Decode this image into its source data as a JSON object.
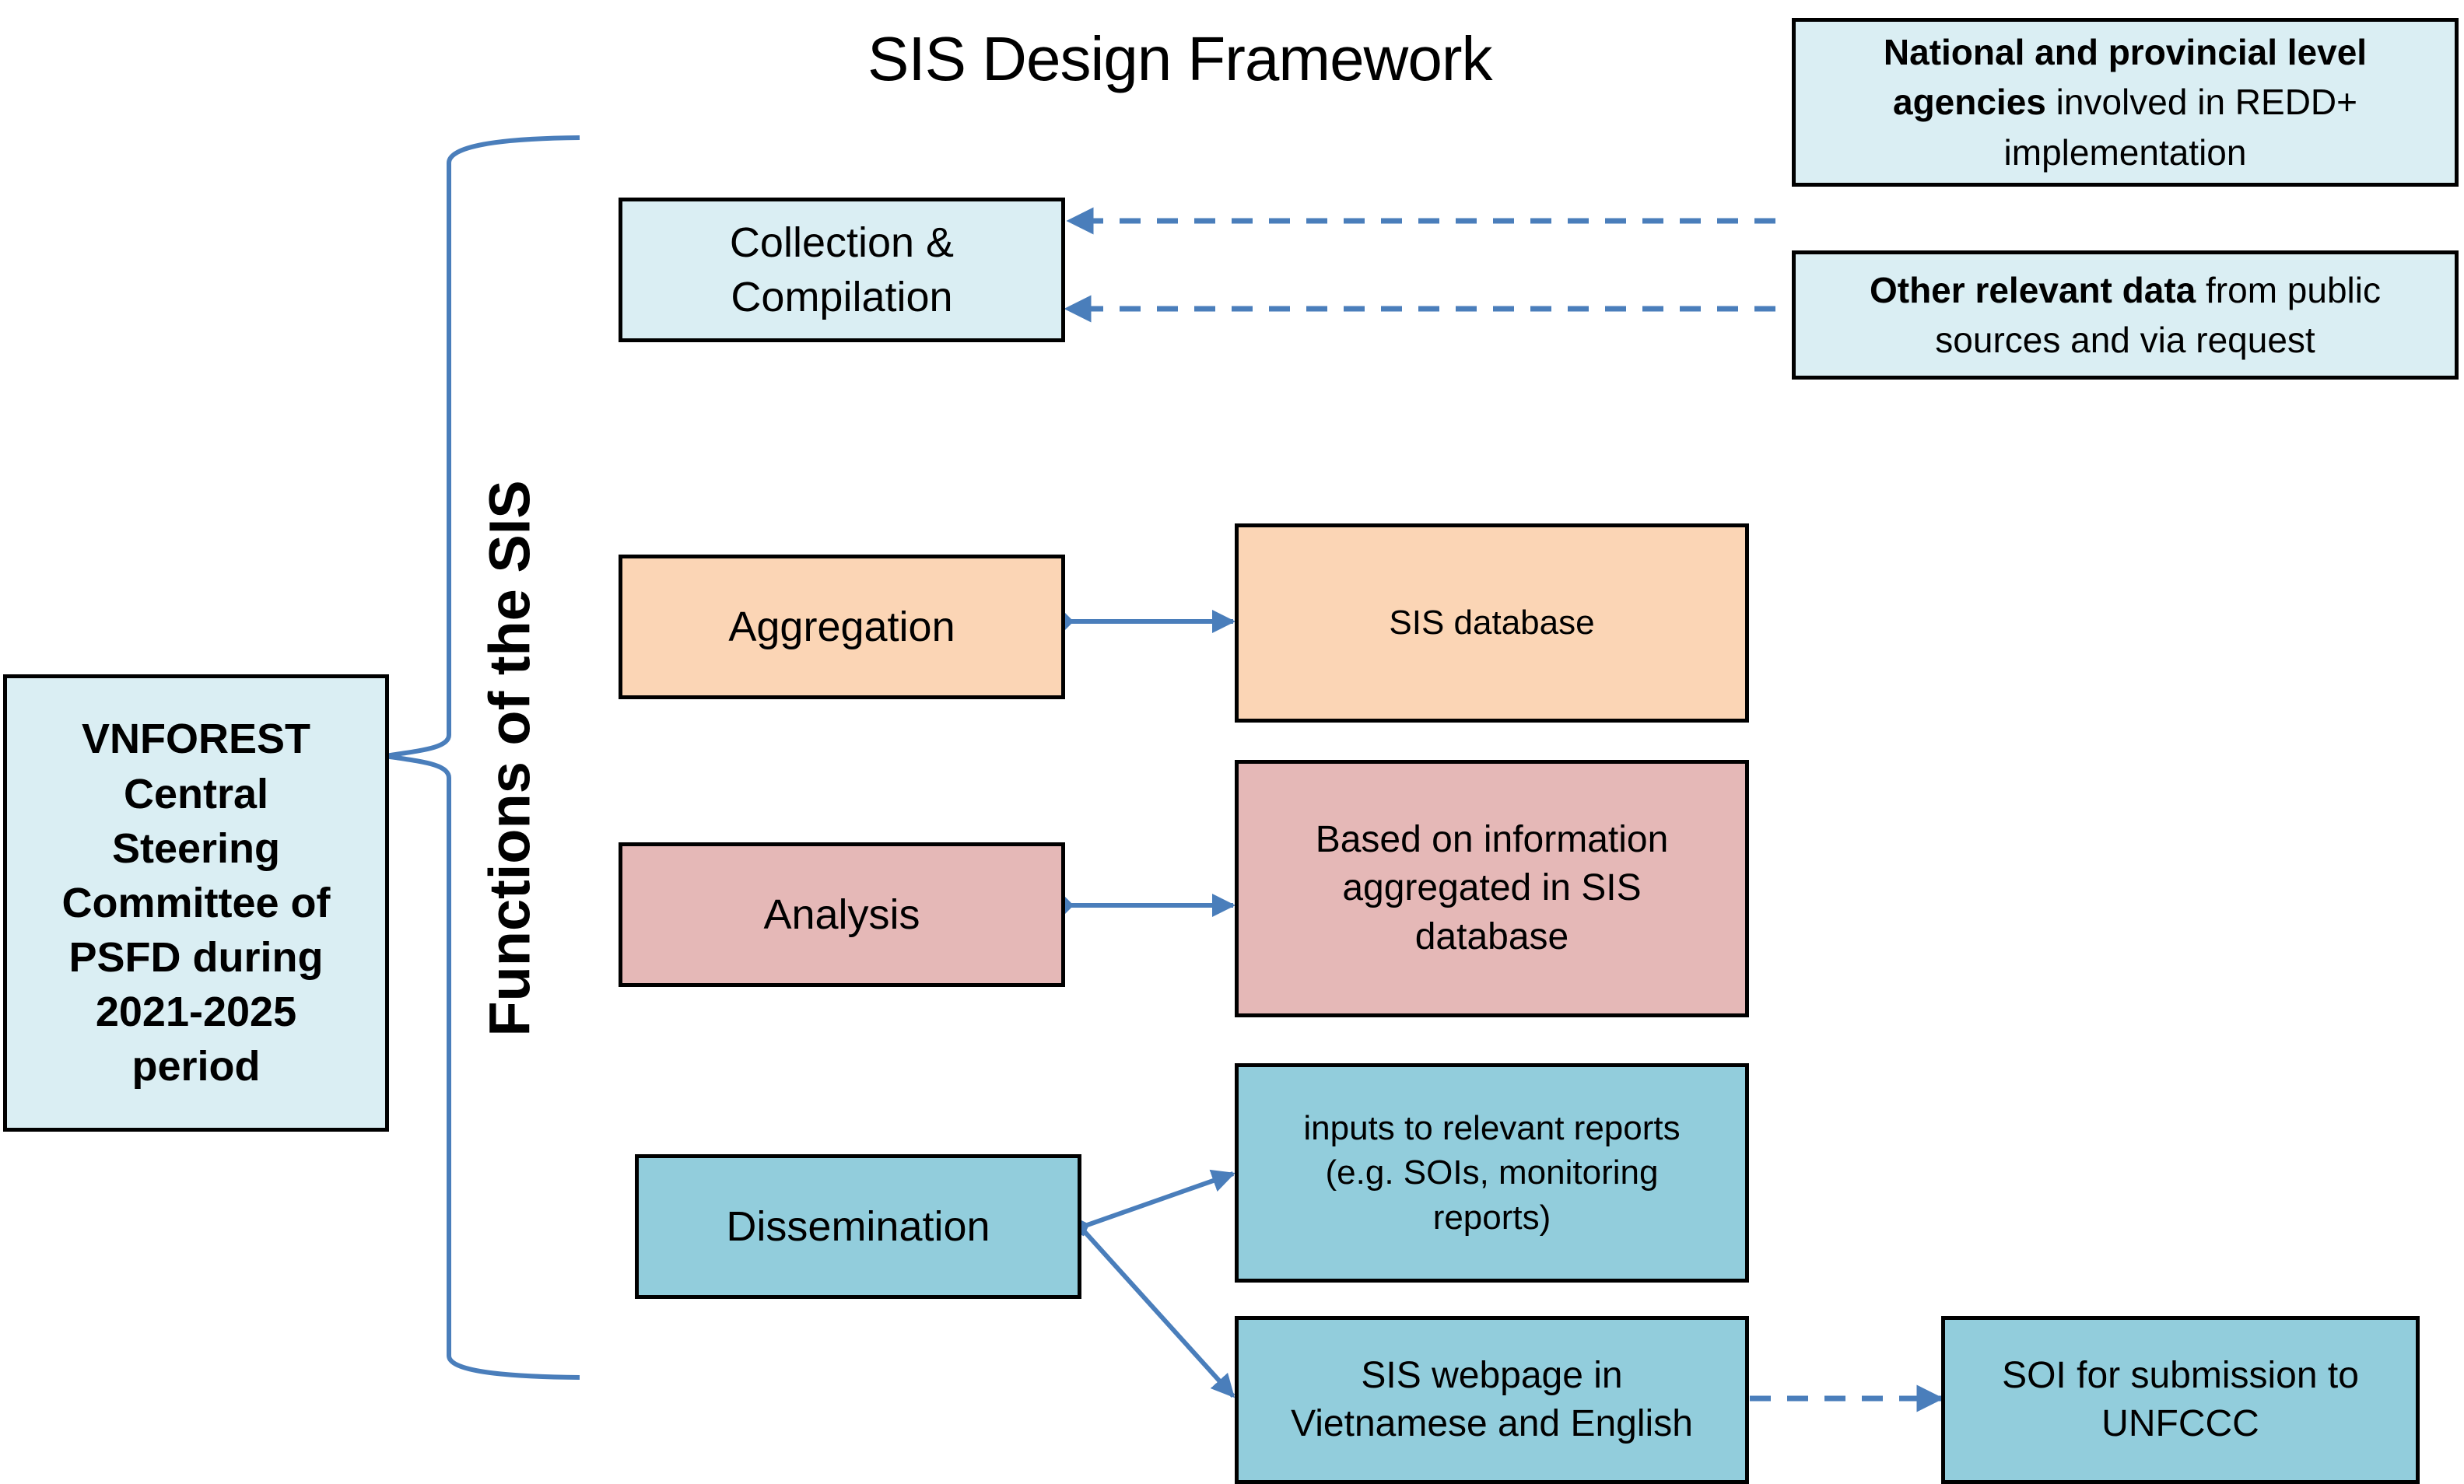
{
  "title": "SIS Design Framework",
  "vertical_label": "Functions of the SIS",
  "colors": {
    "connector": "#4A7EBB",
    "light_blue_fill": "#DAEEF3",
    "peach_fill": "#FBD5B5",
    "rose_fill": "#E5B8B7",
    "teal_fill": "#92CDDC",
    "border": "#000000"
  },
  "governance": {
    "lines": [
      "VNFOREST",
      "Central",
      "Steering",
      "Committee of",
      "PSFD during",
      "2021-2025",
      "period"
    ]
  },
  "sources": [
    {
      "bold": "National and provincial level agencies",
      "rest": " involved in REDD+ implementation"
    },
    {
      "bold": "Other relevant data",
      "rest": " from public sources and via request"
    }
  ],
  "functions": [
    {
      "label_lines": [
        "Collection &",
        "Compilation"
      ]
    },
    {
      "label": "Aggregation"
    },
    {
      "label": "Analysis"
    },
    {
      "label": "Dissemination"
    }
  ],
  "outputs": {
    "aggregation": "SIS database",
    "analysis_lines": [
      "Based on information",
      "aggregated in SIS",
      "database"
    ],
    "reports_lines": [
      "inputs to relevant reports",
      "(e.g. SOIs, monitoring",
      "reports)"
    ],
    "webpage_lines": [
      "SIS webpage in",
      "Vietnamese and English"
    ],
    "soi_lines": [
      "SOI for submission to",
      "UNFCCC"
    ]
  }
}
